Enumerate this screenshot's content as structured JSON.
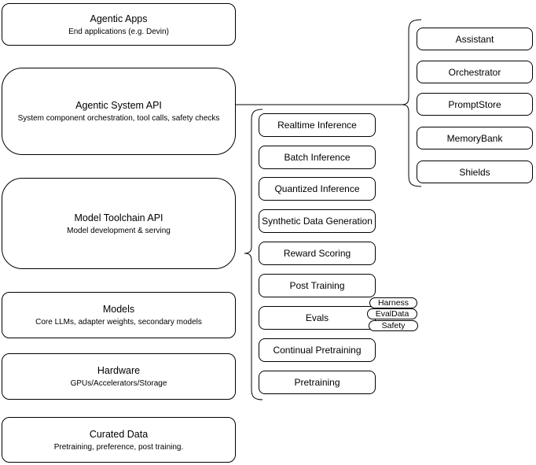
{
  "diagram": {
    "left_stack": [
      {
        "title": "Agentic Apps",
        "subtitle": "End applications (e.g. Devin)"
      },
      {
        "title": "Agentic System API",
        "subtitle": "System component orchestration, tool calls, safety checks"
      },
      {
        "title": "Model Toolchain API",
        "subtitle": "Model development & serving"
      },
      {
        "title": "Models",
        "subtitle": "Core LLMs, adapter weights, secondary models"
      },
      {
        "title": "Hardware",
        "subtitle": "GPUs/Accelerators/Storage"
      },
      {
        "title": "Curated Data",
        "subtitle": "Pretraining, preference, post training."
      }
    ],
    "toolchain_items": [
      "Realtime Inference",
      "Batch Inference",
      "Quantized Inference",
      "Synthetic Data Generation",
      "Reward Scoring",
      "Post Training",
      "Evals",
      "Continual Pretraining",
      "Pretraining"
    ],
    "system_components": [
      "Assistant",
      "Orchestrator",
      "PromptStore",
      "MemoryBank",
      "Shields"
    ],
    "eval_tags": [
      "Harness",
      "EvalData",
      "Safety"
    ],
    "colors": {
      "stroke": "#000000",
      "fill": "#ffffff",
      "background": "#ffffff",
      "text": "#000000"
    }
  }
}
